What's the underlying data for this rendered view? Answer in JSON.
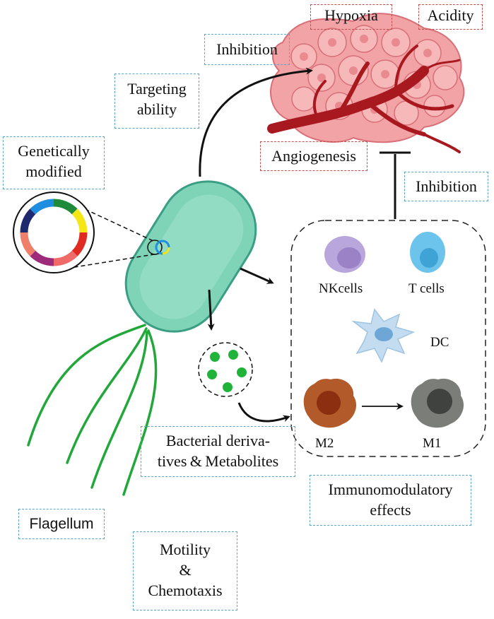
{
  "labels": {
    "hypoxia": "Hypoxia",
    "acidity": "Acidity",
    "inhibition_top": "Inhibition",
    "targeting_line1": "Targeting",
    "targeting_line2": "ability",
    "genetically_line1": "Genetically",
    "genetically_line2": "modified",
    "angiogenesis": "Angiogenesis",
    "inhibition_right": "Inhibition",
    "bacterial_line1": "Bacterial deriva-",
    "bacterial_line2": "tives & Metabolites",
    "immuno_line1": "Immunomodulatory",
    "immuno_line2": "effects",
    "flagellum": "Flagellum",
    "motility_line1": "Motility",
    "motility_line2": "&",
    "motility_line3": "Chemotaxis"
  },
  "cells": {
    "nk": "NKcells",
    "t": "T cells",
    "dc": "DC",
    "m2": "M2",
    "m1": "M1"
  },
  "colors": {
    "bacterium_body": "#7fd4b8",
    "bacterium_outline": "#3a9e82",
    "flagellum": "#22a83a",
    "tumor": "#f2a3a6",
    "vessel": "#a8181f",
    "vesicle_dots": "#1fb33a",
    "label_border_blue": "#5aa6c8",
    "label_border_red": "#c0504d",
    "nk_cell": "#b9a6dc",
    "t_cell": "#6cc3ec",
    "dc_cell": "#c3dcf0",
    "m2_cell": "#b35a2a",
    "m1_cell": "#7a7d78"
  },
  "plasmid_ring_colors": [
    "#1f8a3a",
    "#f5e616",
    "#e02b23",
    "#f06a6a",
    "#9e2a7c",
    "#f07f6a",
    "#1f2a6e",
    "#1f8ee0"
  ]
}
